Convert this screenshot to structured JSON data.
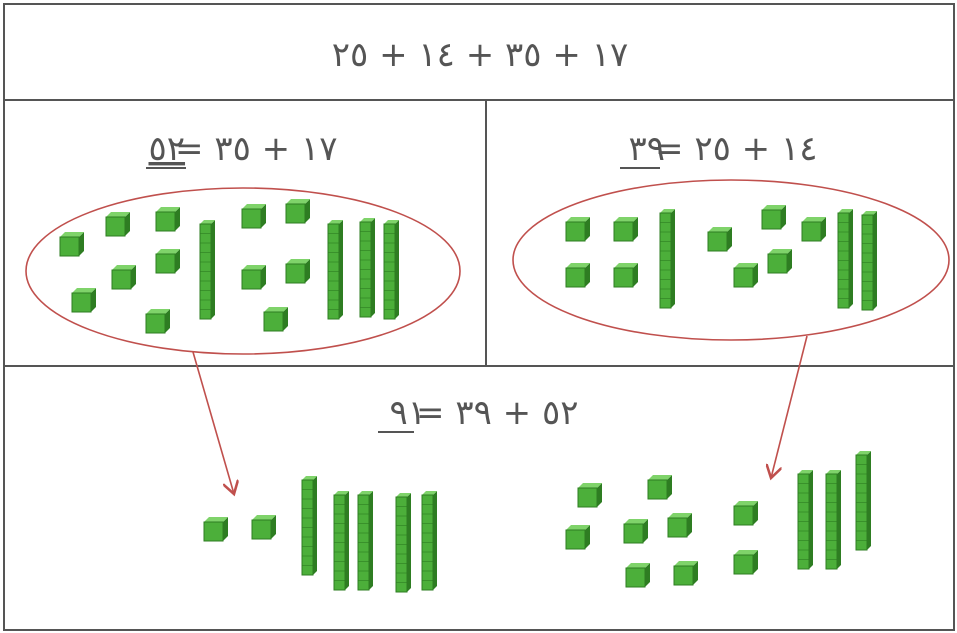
{
  "top_equation": "١٧ + ٣٥ + ١٤ + ٢٥",
  "left_box": {
    "equation_prefix": "١٧ + ٣٥ =",
    "equation_result": "٥٢"
  },
  "right_box": {
    "equation_prefix": "١٤ + ٢٥ =",
    "equation_result": "٣٩"
  },
  "bottom": {
    "equation_prefix": "٥٢ + ٣٩ =",
    "equation_result": "٩١"
  },
  "blocks": {
    "left_group": {
      "tens": 4,
      "ones": 12
    },
    "right_group": {
      "tens": 3,
      "ones": 9
    },
    "bottom_left_result": {
      "tens": 5,
      "ones": 2
    },
    "bottom_right_result": {
      "tens": 3,
      "ones": 9
    }
  },
  "colors": {
    "block_fill": "#4caf3a",
    "block_dark": "#2e7d22",
    "block_light": "#7fd36a",
    "ellipse_stroke": "#c0504d",
    "arrow": "#c0504d",
    "grid_line": "#555555",
    "text": "#555555"
  }
}
